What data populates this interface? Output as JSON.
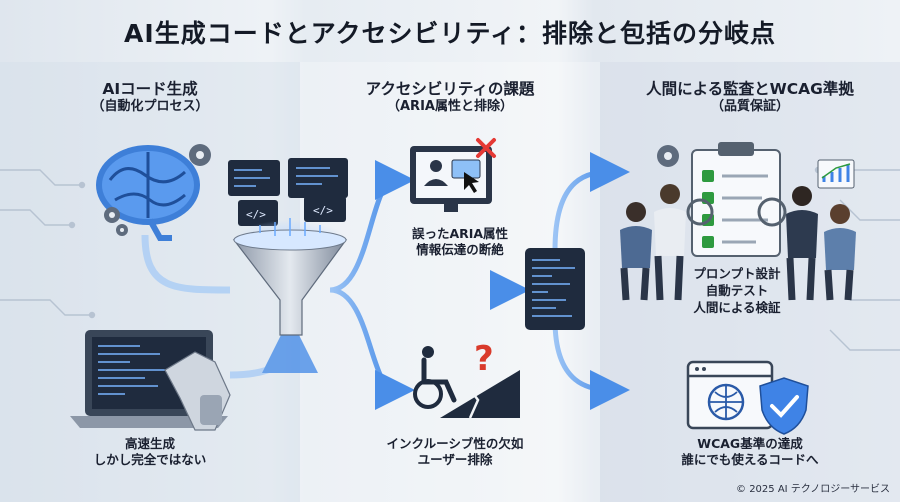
{
  "title": "AI生成コードとアクセシビリティ：排除と包括の分岐点",
  "columns": [
    {
      "heading": "AIコード生成",
      "subheading": "（自動化プロセス）"
    },
    {
      "heading": "アクセシビリティの課題",
      "subheading": "（ARIA属性と排除）"
    },
    {
      "heading": "人間による監査とWCAG準拠",
      "subheading": "（品質保証）"
    }
  ],
  "captions": {
    "speed": [
      "高速生成",
      "しかし完全ではない"
    ],
    "aria": [
      "誤ったARIA属性",
      "情報伝達の断絶"
    ],
    "exclusion": [
      "インクルーシブ性の欠如",
      "ユーザー排除"
    ],
    "audit": [
      "プロンプト設計",
      "自動テスト",
      "人間による検証"
    ],
    "wcag": [
      "WCAG基準の達成",
      "誰にでも使えるコードへ"
    ]
  },
  "icons": {
    "code_tag": "</>",
    "question": "?"
  },
  "footer": "© 2025 AI テクノロジーサービス",
  "colors": {
    "accent": "#3f83e6",
    "flow": "#6aa6f0",
    "alert": "#e53935",
    "check": "#2e9a3f",
    "dark": "#1f2b3e",
    "question": "#d93a2b"
  }
}
